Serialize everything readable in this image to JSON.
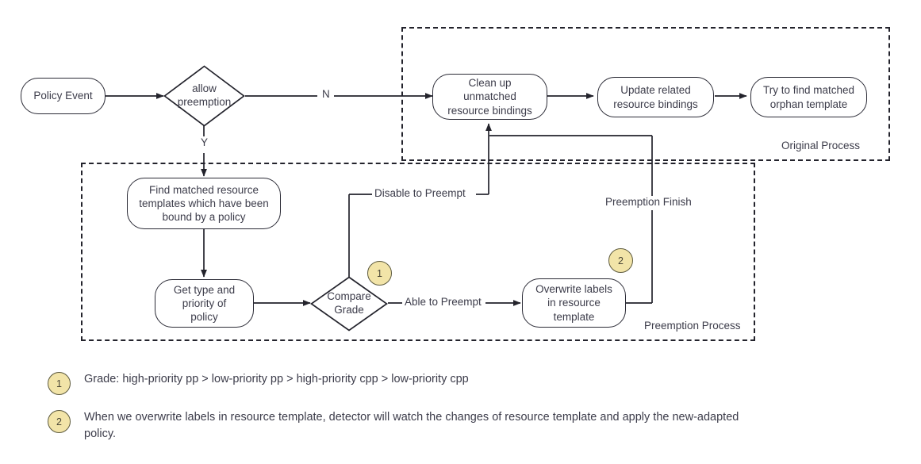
{
  "diagram": {
    "title_present": false,
    "nodes": {
      "policy_event": "Policy Event",
      "allow_preemption": "allow\npreemption",
      "clean_up": "Clean up\nunmatched\nresource bindings",
      "update_related": "Update related\nresource bindings",
      "try_find_orphan": "Try to find matched\norphan template",
      "find_matched": "Find matched resource\ntemplates which have been\nbound by a policy",
      "get_type_priority": "Get type and\npriority of\npolicy",
      "compare_grade": "Compare\nGrade",
      "overwrite_labels": "Overwrite labels\nin resource\ntemplate"
    },
    "edge_labels": {
      "no": "N",
      "yes": "Y",
      "disable_to_preempt": "Disable to Preempt",
      "able_to_preempt": "Able to Preempt",
      "preemption_finish": "Preemption Finish"
    },
    "group_captions": {
      "original": "Original Process",
      "preemption": "Preemption Process"
    },
    "badges": {
      "one": "1",
      "two": "2"
    },
    "colors": {
      "stroke": "#2b2b36",
      "text": "#3c3c4a",
      "badge_fill": "#f2e4a8",
      "badge_stroke": "#5d5a3e",
      "background": "#ffffff"
    }
  },
  "footnotes": [
    {
      "marker": "1",
      "text": "Grade: high-priority pp > low-priority pp > high-priority cpp > low-priority cpp"
    },
    {
      "marker": "2",
      "text": "When we overwrite labels in resource template, detector will watch the changes of resource template and apply the new-adapted policy."
    }
  ]
}
